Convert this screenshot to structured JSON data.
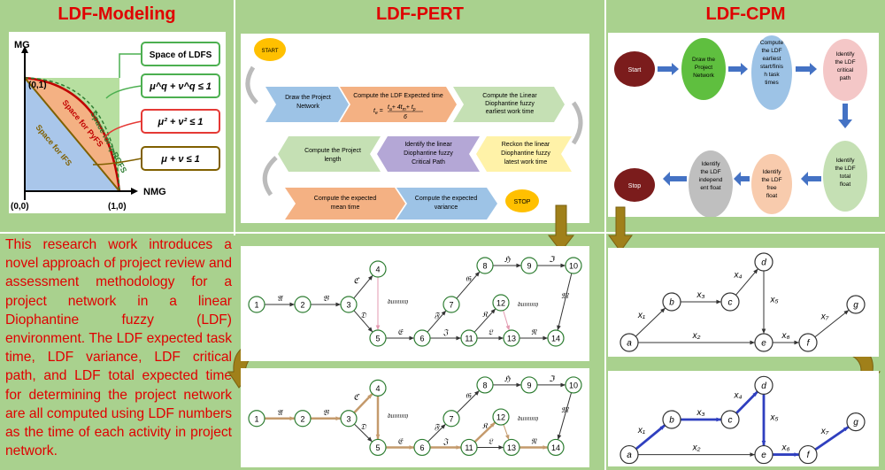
{
  "titles": {
    "modeling": "LDF-Modeling",
    "pert": "LDF-PERT",
    "cpm": "LDF-CPM"
  },
  "modeling": {
    "axis_y": "MG",
    "axis_x": "NMG",
    "origin": "(0,0)",
    "point_01": "(0,1)",
    "point_10": "(1,0)",
    "boxes": [
      "Space of  LDFS",
      "μ^q + ν^q ≤ 1",
      "μ² + ν² ≤ 1",
      "μ + ν ≤ 1"
    ],
    "regions": [
      "Space for q-ROFS",
      "Space for PyFS",
      "Space for IFS"
    ]
  },
  "pert_flow": {
    "start": "START",
    "stop": "STOP",
    "steps": [
      "Draw the Project Network",
      "Compute the LDF Expected time",
      "Compute the Linear Diophantine fuzzy earliest work time",
      "Compute the Project length",
      "Identify the linear Diophantine fuzzy Critical Path",
      "Reckon the linear Diophantine fuzzy latest work time",
      "Compute the expected mean time",
      "Compute the expected variance"
    ],
    "formula": {
      "lhs": "t",
      "lhs_sub": "e",
      "num_a": "t",
      "num_a_sub": "a",
      "num_b": "+ 4t",
      "num_b_sub": "m",
      "num_c": "+ t",
      "num_c_sub": "p",
      "den": "6"
    }
  },
  "cpm_flow": {
    "start": "Start",
    "stop": "Stop",
    "steps": [
      "Draw the Project Network",
      "Compute the LDF earliest start/finish task times",
      "Identify the LDF critical path",
      "Identify the LDF total float",
      "Identify the LDF free float",
      "Identify the LDF independent float"
    ]
  },
  "pert_network": {
    "nodes": [
      "1",
      "2",
      "3",
      "4",
      "5",
      "6",
      "7",
      "8",
      "9",
      "10",
      "11",
      "12",
      "13",
      "14"
    ],
    "edge_labels": [
      "𝔄",
      "𝔅",
      "ℭ",
      "𝔇",
      "𝔈",
      "𝔉",
      "𝔊",
      "ℌ",
      "ℑ",
      "𝔍",
      "𝔎",
      "𝔏",
      "𝔐",
      "𝔑"
    ],
    "dummy": "𝔡𝔲𝔪𝔪𝔶"
  },
  "cpm_network": {
    "nodes": [
      "a",
      "b",
      "c",
      "d",
      "e",
      "f",
      "g"
    ],
    "edge_labels": [
      "x₁",
      "x₂",
      "x₃",
      "x₄",
      "x₅",
      "x₆",
      "x₇"
    ]
  },
  "description": "This research work introduces a novel approach of project review and assessment methodology for a project network in a linear Diophantine fuzzy (LDF) environment. The LDF expected task time, LDF variance, LDF critical path, and LDF total expected time for determining the project network are all computed using LDF numbers as the time of each activity in project network.",
  "colors": {
    "title_red": "#e00000",
    "background": "#a9d18e",
    "arrow_gold": "#b8860b",
    "critical_brown": "#c49a6c",
    "critical_blue": "#2f3fbf"
  }
}
